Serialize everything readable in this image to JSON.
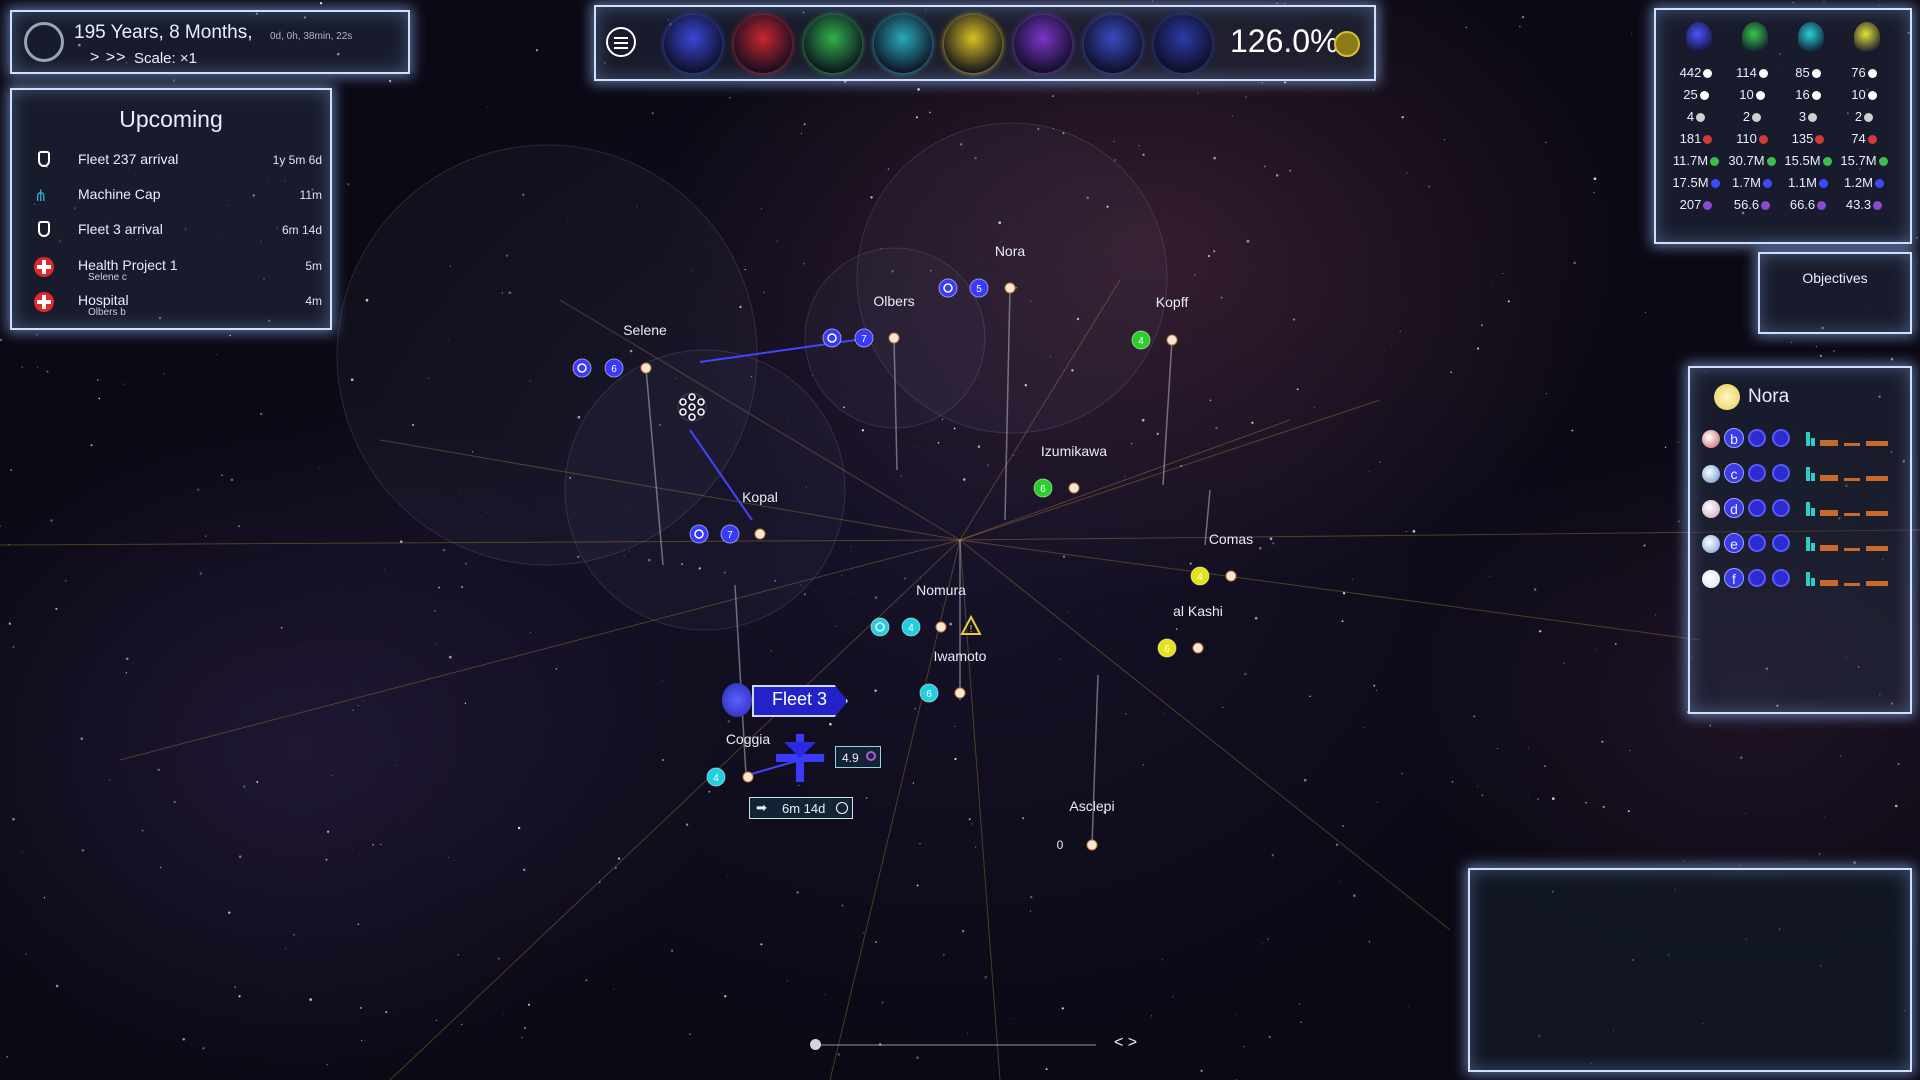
{
  "time": {
    "date": "195 Years, 8 Months,",
    "detail": "0d, 0h, 38min, 22s",
    "speed_arrows": "> >>",
    "scale": "Scale: ×1"
  },
  "upcoming": {
    "title": "Upcoming",
    "events": [
      {
        "icon": "fleet-icon",
        "label": "Fleet 237 arrival",
        "sub": "",
        "time": "1y 5m 6d"
      },
      {
        "icon": "machine-icon",
        "label": "Machine Cap",
        "sub": "",
        "time": "11m"
      },
      {
        "icon": "fleet-icon",
        "label": "Fleet 3 arrival",
        "sub": "",
        "time": "6m 14d"
      },
      {
        "icon": "health-cross-icon",
        "label": "Health Project 1",
        "sub": "Selene c",
        "time": "5m"
      },
      {
        "icon": "health-cross-icon",
        "label": "Hospital",
        "sub": "Olbers b",
        "time": "4m"
      }
    ]
  },
  "top_bar": {
    "buttons": [
      {
        "icon": "lion-faction-icon",
        "color": "#3b47d8"
      },
      {
        "icon": "military-stars-icon",
        "color": "#c8262f"
      },
      {
        "icon": "population-icon",
        "color": "#2fb04a"
      },
      {
        "icon": "industry-icon",
        "color": "#2aa9b8"
      },
      {
        "icon": "credits-icon",
        "color": "#d9c020"
      },
      {
        "icon": "research-icon",
        "color": "#7b35c8"
      },
      {
        "icon": "network-icon",
        "color": "#3a4bc0"
      },
      {
        "icon": "bookmark-icon",
        "color": "#2d3aa8"
      }
    ],
    "zoom": "126.0%"
  },
  "stats": {
    "factions": [
      {
        "icon": "blue-lion-icon",
        "color": "#4a55ff"
      },
      {
        "icon": "green-lion-icon",
        "color": "#38c94a"
      },
      {
        "icon": "cyan-lion-icon",
        "color": "#2ad0d8"
      },
      {
        "icon": "yellow-lion-icon",
        "color": "#e6e23a"
      }
    ],
    "rows": [
      {
        "icon": "fleet-strength-icon",
        "color": "#ffffff",
        "values": [
          "442",
          "114",
          "85",
          "76"
        ]
      },
      {
        "icon": "planet-count-icon",
        "color": "#ffffff",
        "values": [
          "25",
          "10",
          "16",
          "10"
        ]
      },
      {
        "icon": "system-count-icon",
        "color": "#cfcfcf",
        "values": [
          "4",
          "2",
          "3",
          "2"
        ]
      },
      {
        "icon": "military-icon",
        "color": "#d33a3a",
        "values": [
          "181",
          "110",
          "135",
          "74"
        ]
      },
      {
        "icon": "population-icon",
        "color": "#3ac04a",
        "values": [
          "11.7M",
          "30.7M",
          "15.5M",
          "15.7M"
        ]
      },
      {
        "icon": "production-icon",
        "color": "#3a4bff",
        "values": [
          "17.5M",
          "1.7M",
          "1.1M",
          "1.2M"
        ]
      },
      {
        "icon": "research-icon",
        "color": "#8a4ad0",
        "values": [
          "207",
          "56.6",
          "66.6",
          "43.3"
        ]
      }
    ]
  },
  "objectives": {
    "label": "Objectives"
  },
  "system": {
    "name": "Nora",
    "planets": [
      {
        "letter": "b",
        "color": "#c85a5a"
      },
      {
        "letter": "c",
        "color": "#5a8ac8"
      },
      {
        "letter": "d",
        "color": "#c8a0b4"
      },
      {
        "letter": "e",
        "color": "#6a9ad0"
      },
      {
        "letter": "f",
        "color": "#d8e2f0"
      }
    ]
  },
  "map": {
    "systems": [
      {
        "name": "Selene",
        "owner_color": "#3a3aff",
        "fleet_count": "6"
      },
      {
        "name": "Olbers",
        "owner_color": "#3a3aff",
        "fleet_count": "7"
      },
      {
        "name": "Nora",
        "owner_color": "#3a3aff",
        "fleet_count": "5"
      },
      {
        "name": "Kopff",
        "owner_color": "#2ad02a",
        "fleet_count": "4"
      },
      {
        "name": "Izumikawa",
        "owner_color": "#2ad02a",
        "fleet_count": "6"
      },
      {
        "name": "Kopal",
        "owner_color": "#3a3aff",
        "fleet_count": "7"
      },
      {
        "name": "Comas",
        "owner_color": "#e6e21a",
        "fleet_count": "4"
      },
      {
        "name": "Nomura",
        "owner_color": "#20d0e0",
        "fleet_count": "4"
      },
      {
        "name": "al Kashi",
        "owner_color": "#e6e21a",
        "fleet_count": "6"
      },
      {
        "name": "Iwamoto",
        "owner_color": "#20d0e0",
        "fleet_count": "6"
      },
      {
        "name": "Coggia",
        "owner_color": "#20d0e0",
        "fleet_count": "4"
      },
      {
        "name": "Asclepi",
        "owner_color": "",
        "fleet_count": "0"
      }
    ],
    "fleet": {
      "label": "Fleet 3",
      "strength": "4.9",
      "eta": "6m 14d"
    }
  },
  "timeline": {
    "arrows": "< >"
  }
}
